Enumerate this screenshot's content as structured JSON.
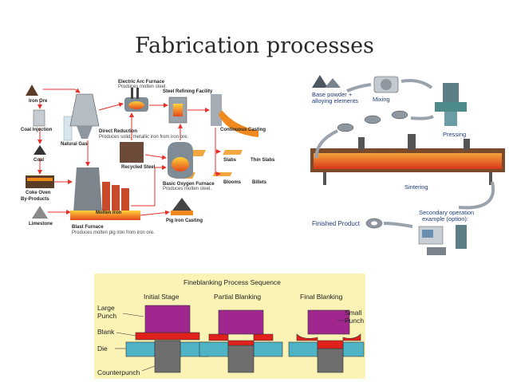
{
  "slide": {
    "title": "Fabrication processes"
  },
  "steel_diagram": {
    "labels": {
      "iron_ore": "Iron Ore",
      "coal_injection": "Coal Injection",
      "coal": "Coal",
      "coke_oven": "Coke Oven",
      "by_products": "By-Products",
      "limestone": "Limestone",
      "natural_gas": "Natural Gas",
      "direct_reduction": "Direct Reduction",
      "direct_reduction_desc": "Produces solid, metallic iron from iron ore.",
      "electric_arc_furnace": "Electric Arc Furnace",
      "electric_arc_furnace_desc": "Produces molten steel.",
      "steel_refining": "Steel Refining Facility",
      "recycled_steel": "Recycled Steel",
      "basic_oxygen_furnace": "Basic Oxygen Furnace",
      "basic_oxygen_furnace_desc": "Produces molten steel.",
      "continuous_casting": "Continuous Casting",
      "slabs": "Slabs",
      "thin_slabs": "Thin Slabs",
      "blooms": "Blooms",
      "billets": "Billets",
      "blast_furnace": "Blast Furnace",
      "blast_furnace_desc": "Produces molten pig iron from iron ore.",
      "molten_iron": "Molten Iron",
      "pig_iron_casting": "Pig Iron Casting"
    },
    "colors": {
      "arrow": "#e8312b",
      "molten": "#f08a1c",
      "steel": "#7f8c96"
    }
  },
  "powder_metallurgy": {
    "labels": {
      "base_powder": "Base powder +",
      "alloying": "alloying elements",
      "mixing": "Mixing",
      "pressing": "Pressing",
      "sintering": "Sintering",
      "secondary_1": "Secondary operation",
      "secondary_2": "example (option):",
      "finished_product": "Finished Product"
    },
    "colors": {
      "label": "#1f3a7a",
      "arrow": "#9aa3ad",
      "furnace": "#e25a1c",
      "press": "#4d8a8a"
    }
  },
  "fineblanking": {
    "title": "Fineblanking Process Sequence",
    "stages": [
      "Initial Stage",
      "Partial Blanking",
      "Final Blanking"
    ],
    "labels": {
      "large_punch_1": "Large",
      "large_punch_2": "Punch",
      "blank": "Blank",
      "die": "Die",
      "counterpunch": "Counterpunch",
      "small_punch_1": "Small",
      "small_punch_2": "Punch"
    },
    "colors": {
      "background": "#fbf3b6",
      "punch": "#a1278f",
      "blank": "#e0201b",
      "die": "#4fb3c6",
      "counterpunch": "#6e6e6e"
    }
  }
}
